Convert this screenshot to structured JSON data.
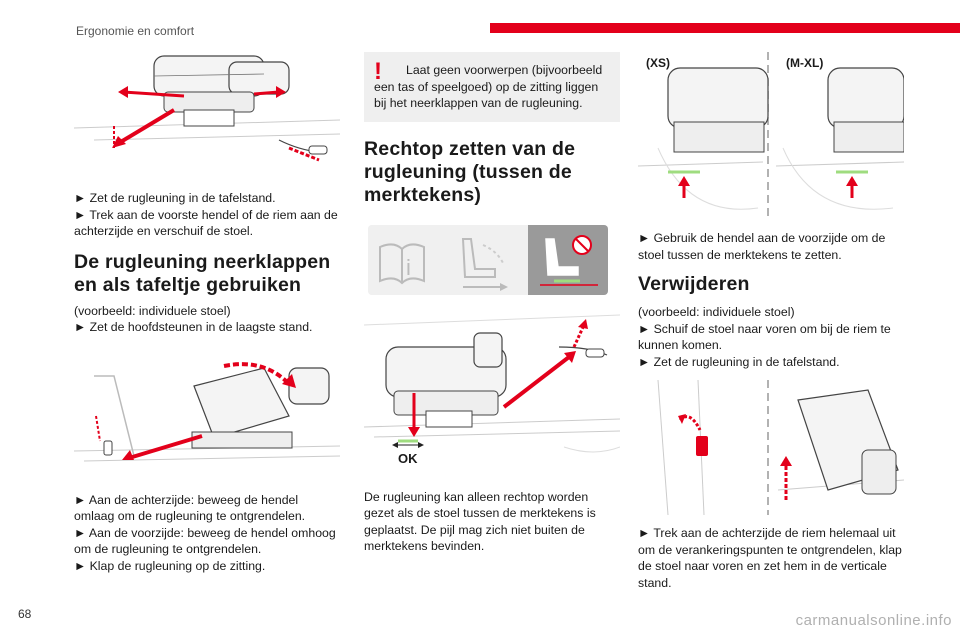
{
  "header": {
    "section": "Ergonomie en comfort",
    "accent_color": "#e3001b"
  },
  "col1": {
    "steps1": [
      "► Zet de rugleuning in de tafelstand.",
      "► Trek aan de voorste hendel of de riem aan de achterzijde en verschuif de stoel."
    ],
    "heading": "De rugleuning neerklappen en als tafeltje gebruiken",
    "note": "(voorbeeld: individuele stoel)",
    "step2": "► Zet de hoofdsteunen in de laagste stand.",
    "steps3": [
      "► Aan de achterzijde: beweeg de hendel omlaag om de rugleuning te ontgrendelen.",
      "► Aan de voorzijde: beweeg de hendel omhoog om de rugleuning te ontgrendelen.",
      "► Klap de rugleuning op de zitting."
    ]
  },
  "col2": {
    "warning": "Laat geen voorwerpen (bijvoorbeeld een tas of speelgoed) op de zitting liggen bij het neerklappen van de rugleuning.",
    "heading": "Rechtop zetten van de rugleuning (tussen de merktekens)",
    "ok_label": "OK",
    "body": "De rugleuning kan alleen rechtop worden gezet als de stoel tussen de merktekens is geplaatst. De pijl mag zich niet buiten de merktekens bevinden."
  },
  "col3": {
    "size_xs": "(XS)",
    "size_mxl": "(M-XL)",
    "step1": "► Gebruik de hendel aan de voorzijde om de stoel tussen de merktekens te zetten.",
    "heading": "Verwijderen",
    "note": "(voorbeeld: individuele stoel)",
    "steps2": [
      "► Schuif de stoel naar voren om bij de riem te kunnen komen.",
      "► Zet de rugleuning in de tafelstand."
    ],
    "step3": "► Trek aan de achterzijde de riem helemaal uit om de verankeringspunten te ontgrendelen, klap de stoel naar voren en zet hem in de verticale stand."
  },
  "footer": {
    "page_number": "68",
    "watermark": "carmanualsonline.info"
  }
}
